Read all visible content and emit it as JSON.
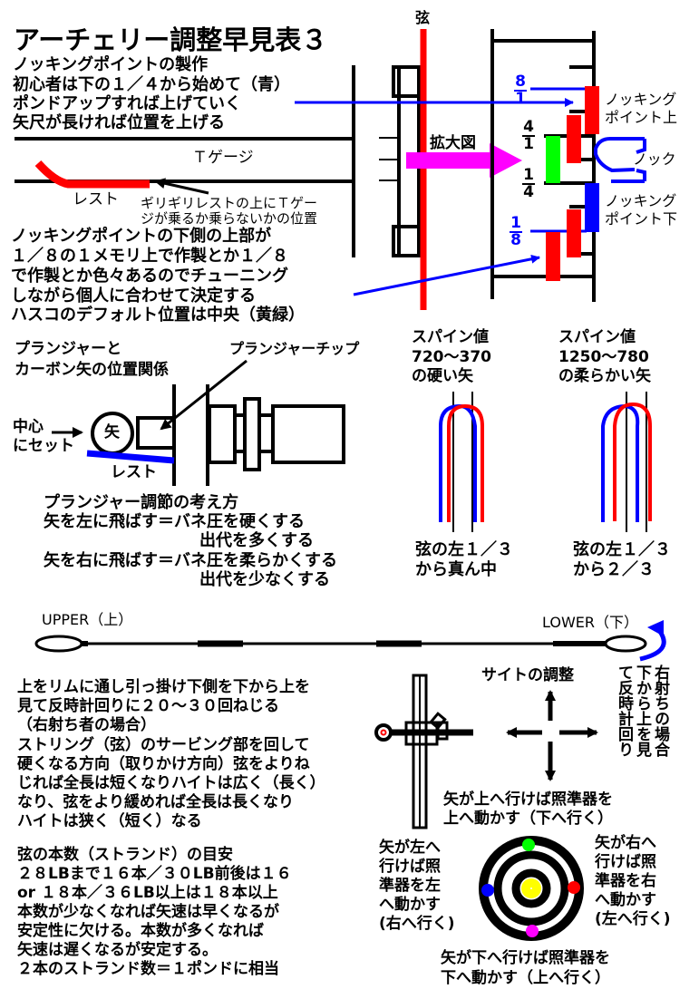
{
  "title": "アーチェリー調整早見表３",
  "colors": {
    "string_red": "#ff0000",
    "accent_blue": "#0000ff",
    "magenta": "#ff00ff",
    "green": "#00ff00",
    "yellow": "#ffff00"
  },
  "nocking_section": {
    "lines": [
      "ノッキングポイントの製作",
      "初心者は下の１／４から始めて（青）",
      "ポンドアップすれば上げていく",
      "矢尺が長ければ位置を上げる"
    ],
    "t_gauge_label": "Ｔゲージ",
    "rest_label": "レスト",
    "t_gauge_note": [
      "ギリギリレストの上にＴゲー",
      "ジが乗るか乗らないかの位置"
    ],
    "lower_note": [
      "ノッキングポイントの下側の上部が",
      "１／８の１メモリ上で作製とか１／８",
      "で作製とか色々あるのでチューニング",
      "しながら個人に合わせて決定する",
      "ハスコのデフォルト位置は中央（黄緑）"
    ],
    "string_label": "弦",
    "zoom_label": "拡大図",
    "fractions": {
      "eighth_top": {
        "num": "8",
        "den": "1"
      },
      "quarter_top": {
        "num": "4",
        "den": "1"
      },
      "quarter_bottom": {
        "num": "1",
        "den": "4"
      },
      "eighth_bottom": {
        "num": "1",
        "den": "8"
      }
    },
    "nock_point_upper": [
      "ノッキング",
      "ポイント上"
    ],
    "nock_point_lower": [
      "ノッキング",
      "ポイント下"
    ],
    "nock_label": "ノック"
  },
  "plunger_section": {
    "heading": [
      "プランジャーと",
      "カーボン矢の位置関係"
    ],
    "tip_label": "プランジャーチップ",
    "center_label": [
      "中心",
      "にセット"
    ],
    "arrow_label": "矢",
    "rest_label": "レスト",
    "adjust_lines": [
      "プランジャー調節の考え方",
      "矢を左に飛ばす＝バネ圧を硬くする",
      "出代を多くする",
      "矢を右に飛ばす＝バネ圧を柔らかくする",
      "出代を少なくする"
    ]
  },
  "spine_section": {
    "stiff": {
      "lines": [
        "スパイン値",
        "720～370",
        "の硬い矢"
      ],
      "caption": [
        "弦の左１／３",
        "から真ん中"
      ]
    },
    "soft": {
      "lines": [
        "スパイン値",
        "1250～780",
        "の柔らかい矢"
      ],
      "caption": [
        "弦の左１／３",
        "から２／３"
      ]
    }
  },
  "bowstring_section": {
    "upper_label": "UPPER（上）",
    "lower_label": "LOWER（下）",
    "twist_lines": [
      "上をリムに通し引っ掛け下側を下から上を",
      "見て反時計回りに２０～３０回ねじる",
      "（右射ち者の場合）",
      "ストリング（弦）のサービング部を回して",
      "硬くなる方向（取りかけ方向）弦をよりね",
      "じれば全長は短くなりハイトは広く（長く）",
      "なり、弦をより緩めれば全長は長くなり",
      "ハイトは狭く（短く）なる"
    ],
    "strand_lines": [
      "弦の本数（ストランド）の目安",
      "２８LBまで１６本／３０LB前後は１６",
      "or １８本／３６LB以上は１８本以上",
      "本数が少なくなれば矢速は早くなるが",
      "安定性に欠ける。本数が多くなれば",
      "矢速は遅くなるが安定する。",
      "２本のストランド数＝１ポンドに相当"
    ],
    "vertical_note": [
      "右射ちの場合",
      "下から上を見",
      "て反時計回り"
    ]
  },
  "sight_section": {
    "heading": "サイトの調整",
    "up": [
      "矢が上へ行けば照準器を",
      "上へ動かす（下へ行く）"
    ],
    "down": [
      "矢が下へ行けば照準器を",
      "下へ動かす（上へ行く）"
    ],
    "left": [
      "矢が左へ",
      "行けば照",
      "準器を左",
      "へ動かす",
      "(右へ行く)"
    ],
    "right": [
      "矢が右へ",
      "行けば照",
      "準器を右",
      "へ動かす",
      "(左へ行く)"
    ]
  }
}
